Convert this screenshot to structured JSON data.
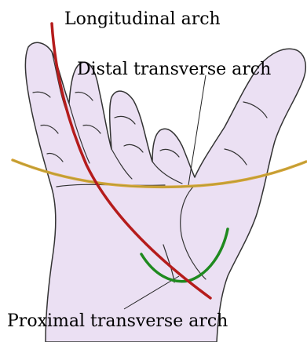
{
  "labels": {
    "longitudinal": "Longitudinal arch",
    "distal_transverse": "Distal transverse arch",
    "proximal_transverse": "Proximal transverse arch"
  },
  "colors": {
    "background": "#ffffff",
    "hand_fill": "#ebe0f3",
    "hand_outline": "#333333",
    "longitudinal_arch": "#b51c1c",
    "distal_transverse_arch": "#d9a43a",
    "proximal_transverse_arch": "#1f8a1f",
    "leader_line": "#222222"
  }
}
